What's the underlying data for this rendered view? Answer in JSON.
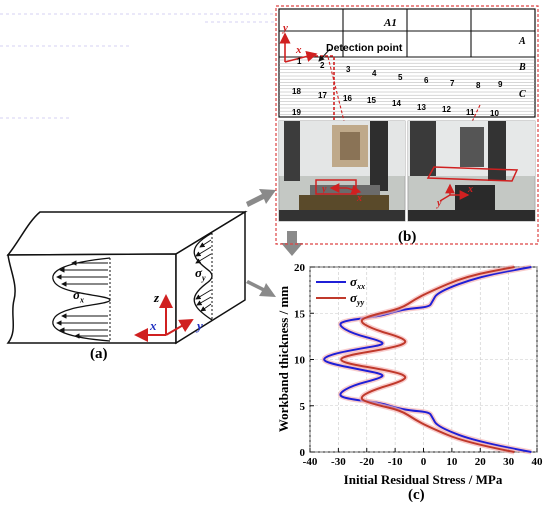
{
  "panel_a": {
    "letter": "(a)",
    "sigma_x": "σx",
    "sigma_y": "σy",
    "axis_x": "x",
    "axis_y": "y",
    "axis_z": "z"
  },
  "panel_b": {
    "letter": "(b)",
    "grid_tag_y": "y",
    "grid_tag_x": "x",
    "row_labels": [
      "A",
      "B",
      "C"
    ],
    "a1_label": "A1",
    "detection_label": "Detection point",
    "points": [
      "1",
      "2",
      "3",
      "4",
      "5",
      "6",
      "7",
      "8",
      "9",
      "10",
      "11",
      "12",
      "13",
      "14",
      "15",
      "16",
      "17",
      "18",
      "19"
    ],
    "photo1_x": "x",
    "photo1_y": "y",
    "photo2_x": "x",
    "photo2_y": "y"
  },
  "chart_data": {
    "type": "line",
    "letter": "(c)",
    "xlabel": "Initial Residual Stress / MPa",
    "ylabel": "Workband thickness / mm",
    "xlim": [
      -40,
      40
    ],
    "ylim": [
      0,
      20
    ],
    "xticks": [
      -40,
      -30,
      -20,
      -10,
      0,
      10,
      20,
      30,
      40
    ],
    "yticks": [
      0,
      5,
      10,
      15,
      20
    ],
    "grid": true,
    "legend_position": "top-left",
    "series": [
      {
        "name": "σxx",
        "color": "#1f1fd6",
        "points": [
          [
            38,
            0
          ],
          [
            20,
            1
          ],
          [
            5,
            2.7
          ],
          [
            3,
            3.8
          ],
          [
            2,
            4.3
          ],
          [
            -5,
            4.5
          ],
          [
            -10,
            4.8
          ],
          [
            -15,
            5.3
          ],
          [
            -28,
            5.8
          ],
          [
            -30,
            6.3
          ],
          [
            -25,
            7.2
          ],
          [
            -15,
            8
          ],
          [
            -14,
            8.4
          ],
          [
            -22,
            8.9
          ],
          [
            -32,
            9.5
          ],
          [
            -36,
            10
          ],
          [
            -32,
            10.6
          ],
          [
            -22,
            11.2
          ],
          [
            -14,
            11.6
          ],
          [
            -15,
            12
          ],
          [
            -25,
            12.8
          ],
          [
            -30,
            13.7
          ],
          [
            -28,
            14.2
          ],
          [
            -15,
            14.7
          ],
          [
            -10,
            15.2
          ],
          [
            -5,
            15.5
          ],
          [
            2,
            15.7
          ],
          [
            3,
            16.2
          ],
          [
            5,
            17.3
          ],
          [
            20,
            19
          ],
          [
            38,
            20
          ]
        ]
      },
      {
        "name": "σyy",
        "color": "#c0392b",
        "points": [
          [
            32,
            0
          ],
          [
            15,
            1
          ],
          [
            2,
            2.7
          ],
          [
            -3,
            3.5
          ],
          [
            -8,
            4.5
          ],
          [
            -18,
            5.2
          ],
          [
            -23,
            5.8
          ],
          [
            -18,
            6.7
          ],
          [
            -7,
            7.7
          ],
          [
            -6,
            8.3
          ],
          [
            -14,
            8.9
          ],
          [
            -26,
            9.5
          ],
          [
            -30,
            10
          ],
          [
            -26,
            10.5
          ],
          [
            -14,
            11.1
          ],
          [
            -6,
            11.7
          ],
          [
            -7,
            12.3
          ],
          [
            -18,
            13.3
          ],
          [
            -23,
            14.2
          ],
          [
            -18,
            14.8
          ],
          [
            -8,
            15.5
          ],
          [
            -3,
            16.5
          ],
          [
            2,
            17.3
          ],
          [
            15,
            19
          ],
          [
            32,
            20
          ]
        ]
      }
    ]
  }
}
